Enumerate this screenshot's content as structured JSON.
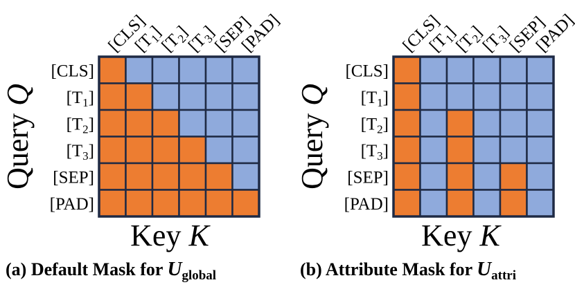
{
  "colors": {
    "attend": "#ED7D31",
    "masked": "#8FAADC",
    "grid": "#1F2A44"
  },
  "tokens": [
    {
      "base": "[CLS",
      "sub": "",
      "close": "]"
    },
    {
      "base": "[T",
      "sub": "1",
      "close": "]"
    },
    {
      "base": "[T",
      "sub": "2",
      "close": "]"
    },
    {
      "base": "[T",
      "sub": "3",
      "close": "]"
    },
    {
      "base": "[SEP",
      "sub": "",
      "close": "]"
    },
    {
      "base": "[PAD",
      "sub": "",
      "close": "]"
    }
  ],
  "panels": [
    {
      "id": "a",
      "ylabel_text": "Query ",
      "ylabel_var": "Q",
      "xlabel_text": "Key ",
      "xlabel_var": "K",
      "caption_text": "(a) Default Mask for ",
      "caption_var": "U",
      "caption_sub": "global",
      "matrix": [
        [
          1,
          0,
          0,
          0,
          0,
          0
        ],
        [
          1,
          1,
          0,
          0,
          0,
          0
        ],
        [
          1,
          1,
          1,
          0,
          0,
          0
        ],
        [
          1,
          1,
          1,
          1,
          0,
          0
        ],
        [
          1,
          1,
          1,
          1,
          1,
          0
        ],
        [
          1,
          1,
          1,
          1,
          1,
          1
        ]
      ]
    },
    {
      "id": "b",
      "ylabel_text": "Query ",
      "ylabel_var": "Q",
      "xlabel_text": "Key ",
      "xlabel_var": "K",
      "caption_text": "(b) Attribute Mask for ",
      "caption_var": "U",
      "caption_sub": "attri",
      "matrix": [
        [
          1,
          0,
          0,
          0,
          0,
          0
        ],
        [
          1,
          0,
          0,
          0,
          0,
          0
        ],
        [
          1,
          0,
          1,
          0,
          0,
          0
        ],
        [
          1,
          0,
          1,
          0,
          0,
          0
        ],
        [
          1,
          0,
          1,
          0,
          1,
          0
        ],
        [
          1,
          0,
          1,
          0,
          1,
          0
        ]
      ]
    }
  ]
}
